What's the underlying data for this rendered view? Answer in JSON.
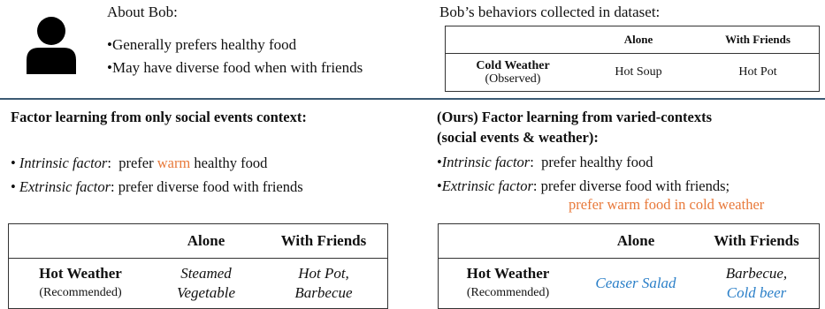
{
  "profile": {
    "about_title": "About Bob:",
    "bullet1": "•Generally prefers healthy food",
    "bullet2": "•May have diverse food when with friends"
  },
  "dataset": {
    "title": "Bob’s behaviors collected in dataset:",
    "columns": [
      "",
      "Alone",
      "With Friends"
    ],
    "row_label": "Cold Weather",
    "row_sublabel": "(Observed)",
    "alone": "Hot Soup",
    "friends": "Hot Pot"
  },
  "left": {
    "heading": "Factor learning from only social events context:",
    "intrinsic_label": "Intrinsic factor",
    "intrinsic_pre": ":  prefer ",
    "intrinsic_warm": "warm",
    "intrinsic_post": " healthy food",
    "extrinsic_label": "Extrinsic factor",
    "extrinsic_text": ": prefer diverse food with friends",
    "table": {
      "col_alone": "Alone",
      "col_friends": "With Friends",
      "row_label": "Hot Weather",
      "row_sublabel": "(Recommended)",
      "alone_line1": "Steamed",
      "alone_line2": "Vegetable",
      "friends_line1": "Hot Pot,",
      "friends_line2": "Barbecue"
    }
  },
  "right": {
    "heading_line1": "(Ours) Factor learning from varied-contexts",
    "heading_line2": "(social events & weather):",
    "intrinsic_label": "Intrinsic factor",
    "intrinsic_text": ":  prefer healthy food",
    "extrinsic_label": "Extrinsic factor",
    "extrinsic_text": ": prefer diverse food with friends;",
    "extrinsic_extra": "prefer warm food in cold weather",
    "table": {
      "col_alone": "Alone",
      "col_friends": "With Friends",
      "row_label": "Hot Weather",
      "row_sublabel": "(Recommended)",
      "alone": "Ceaser Salad",
      "friends_line1": "Barbecue,",
      "friends_line2": "Cold beer"
    }
  },
  "colors": {
    "highlight_orange": "#e8793a",
    "highlight_blue": "#2a7fc8",
    "separator": "#3c5a73"
  },
  "icons": {
    "avatar": "person-icon"
  }
}
